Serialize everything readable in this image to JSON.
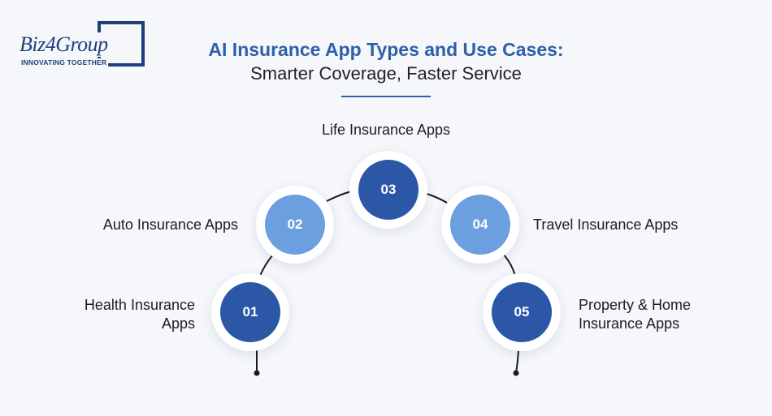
{
  "logo": {
    "name": "Biz4Group",
    "tagline": "INNOVATING TOGETHER"
  },
  "header": {
    "title": "AI Insurance App Types and Use Cases:",
    "subtitle": "Smarter Coverage, Faster Service"
  },
  "colors": {
    "accent": "#2e60aa",
    "dark_node": "#2b57a6",
    "light_node": "#6b9fe0"
  },
  "steps": [
    {
      "number": "01",
      "label": "Health Insurance Apps"
    },
    {
      "number": "02",
      "label": "Auto Insurance Apps"
    },
    {
      "number": "03",
      "label": "Life Insurance Apps"
    },
    {
      "number": "04",
      "label": "Travel Insurance Apps"
    },
    {
      "number": "05",
      "label": "Property & Home Insurance Apps"
    }
  ]
}
